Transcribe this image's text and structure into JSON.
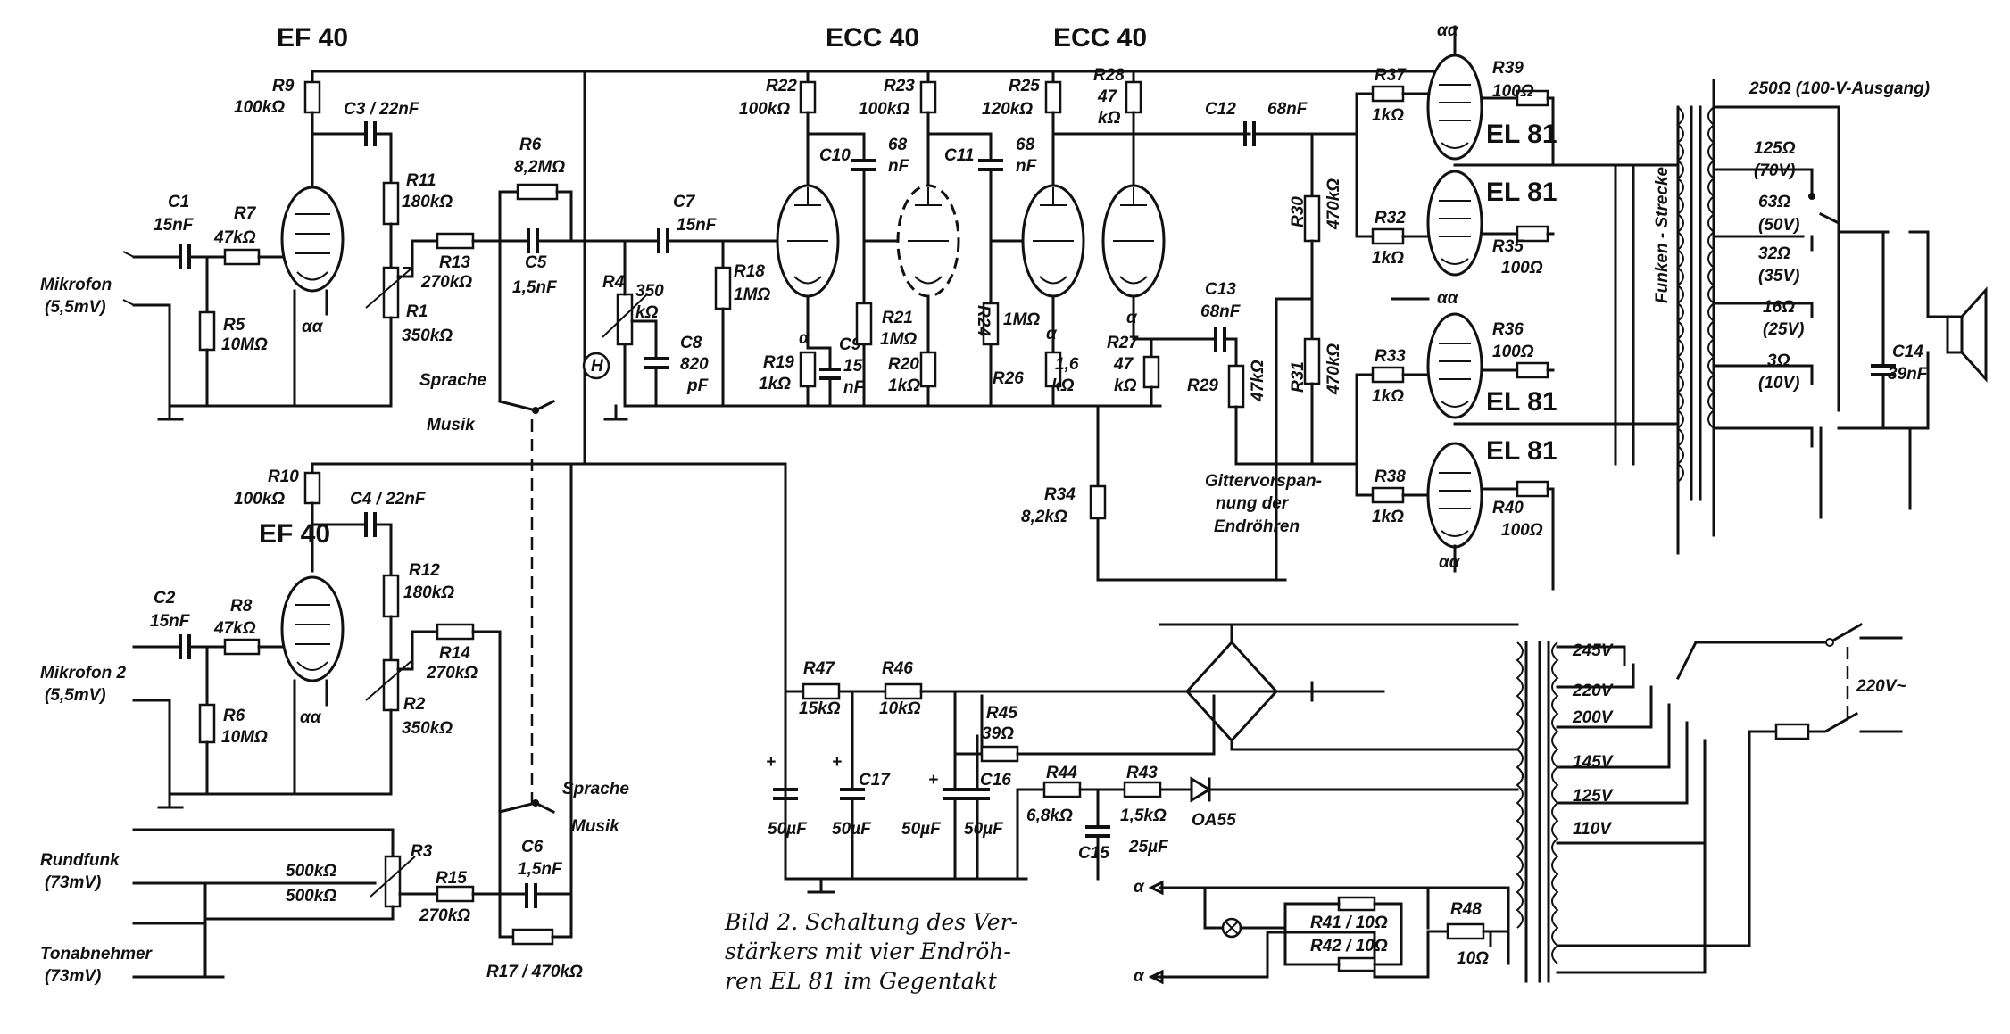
{
  "tubes": {
    "ef40_1": "EF 40",
    "ef40_2": "EF 40",
    "ecc40_1": "ECC 40",
    "ecc40_2": "ECC 40",
    "el81_1": "EL 81",
    "el81_2": "EL 81",
    "el81_3": "EL 81",
    "el81_4": "EL 81"
  },
  "inputs": {
    "mic1": "Mikrofon",
    "mic1_level": "(5,5mV)",
    "mic2": "Mikrofon 2",
    "mic2_level": "(5,5mV)",
    "radio": "Rundfunk",
    "radio_level": "(73mV)",
    "phono": "Tonabnehmer",
    "phono_level": "(73mV)"
  },
  "switches": {
    "sprache": "Sprache",
    "musik": "Musik"
  },
  "components": {
    "C1": [
      "C1",
      "15nF"
    ],
    "C2": [
      "C2",
      "15nF"
    ],
    "R9": [
      "R9",
      "100kΩ"
    ],
    "R10": [
      "R10",
      "100kΩ"
    ],
    "C3": "C3 / 22nF",
    "C4": "C4 / 22nF",
    "R7": [
      "R7",
      "47kΩ"
    ],
    "R8": [
      "R8",
      "47kΩ"
    ],
    "R5": [
      "R5",
      "10MΩ"
    ],
    "R6b": [
      "R6",
      "10MΩ"
    ],
    "R11": [
      "R11",
      "180kΩ"
    ],
    "R12": [
      "R12",
      "180kΩ"
    ],
    "R1": [
      "R1",
      "350kΩ"
    ],
    "R2": [
      "R2",
      "350kΩ"
    ],
    "R13": [
      "R13",
      "270kΩ"
    ],
    "R14": [
      "R14",
      "270kΩ"
    ],
    "R6": [
      "R6",
      "8,2MΩ"
    ],
    "C5": [
      "C5",
      "1,5nF"
    ],
    "C6": [
      "C6",
      "1,5nF"
    ],
    "R3": "R3",
    "R3a": "500kΩ",
    "R3b": "500kΩ",
    "R15": [
      "R15",
      "270kΩ"
    ],
    "R17": "R17 / 470kΩ",
    "C7": [
      "C7",
      "15nF"
    ],
    "R4": [
      "R4",
      "350",
      "kΩ"
    ],
    "C8": [
      "C8",
      "820",
      "pF"
    ],
    "H": "H",
    "R18": [
      "R18",
      "1MΩ"
    ],
    "R22": [
      "R22",
      "100kΩ"
    ],
    "R23": [
      "R23",
      "100kΩ"
    ],
    "R25": [
      "R25",
      "120kΩ"
    ],
    "R28": [
      "R28",
      "47",
      "kΩ"
    ],
    "C10": [
      "C10",
      "68",
      "nF"
    ],
    "C11": [
      "C11",
      "68",
      "nF"
    ],
    "R19": [
      "R19",
      "1kΩ"
    ],
    "C9": [
      "C9",
      "15",
      "nF"
    ],
    "R21": [
      "R21",
      "1MΩ"
    ],
    "R20": [
      "R20",
      "1kΩ"
    ],
    "R24": [
      "R24",
      "1MΩ"
    ],
    "R26": [
      "R26",
      "1,6",
      "kΩ"
    ],
    "R27": [
      "R27",
      "47",
      "kΩ"
    ],
    "C12": "C12",
    "C12v": "68nF",
    "C13": [
      "C13",
      "68nF"
    ],
    "R29": "R29",
    "R29v": "47kΩ",
    "R30": [
      "R30",
      "470kΩ"
    ],
    "R31": [
      "R31",
      "470kΩ"
    ],
    "R34": [
      "R34",
      "8,2kΩ"
    ],
    "R37": [
      "R37",
      "1kΩ"
    ],
    "R32": [
      "R32",
      "1kΩ"
    ],
    "R33": [
      "R33",
      "1kΩ"
    ],
    "R38": [
      "R38",
      "1kΩ"
    ],
    "R39": [
      "R39",
      "100Ω"
    ],
    "R35": [
      "R35",
      "100Ω"
    ],
    "R36": [
      "R36",
      "100Ω"
    ],
    "R40": [
      "R40",
      "100Ω"
    ],
    "gitter": [
      "Gittervorspan-",
      "nung der",
      "Endröhren"
    ],
    "funken": "Funken - Strecke",
    "C14": [
      "C14",
      "39nF"
    ],
    "R47": [
      "R47",
      "15kΩ"
    ],
    "R46": [
      "R46",
      "10kΩ"
    ],
    "R45": [
      "R45",
      "39Ω"
    ],
    "R44": [
      "R44",
      "6,8kΩ"
    ],
    "R43": [
      "R43",
      "1,5kΩ"
    ],
    "OA55": "OA55",
    "C15": [
      "C15",
      "25µF"
    ],
    "C16": [
      "C16",
      "50µF"
    ],
    "C16l": "50µF",
    "C17": [
      "C17",
      "50µF"
    ],
    "C17l": "50µF",
    "R41": "R41 / 10Ω",
    "R42": "R42 / 10Ω",
    "R48": [
      "R48",
      "10Ω"
    ],
    "alpha": "α",
    "alphaalpha": "αα",
    "mains": "220V~"
  },
  "output_taps": [
    "250Ω (100-V-Ausgang)",
    "125Ω",
    "(70V)",
    "63Ω",
    "(50V)",
    "32Ω",
    "(35V)",
    "16Ω",
    "(25V)",
    "3Ω",
    "(10V)"
  ],
  "mains_taps": [
    "245V",
    "220V",
    "200V",
    "145V",
    "125V",
    "110V"
  ],
  "caption": [
    "Bild 2. Schaltung des Ver-",
    "stärkers mit vier Endröh-",
    "ren  EL 81  im  Gegentakt"
  ]
}
